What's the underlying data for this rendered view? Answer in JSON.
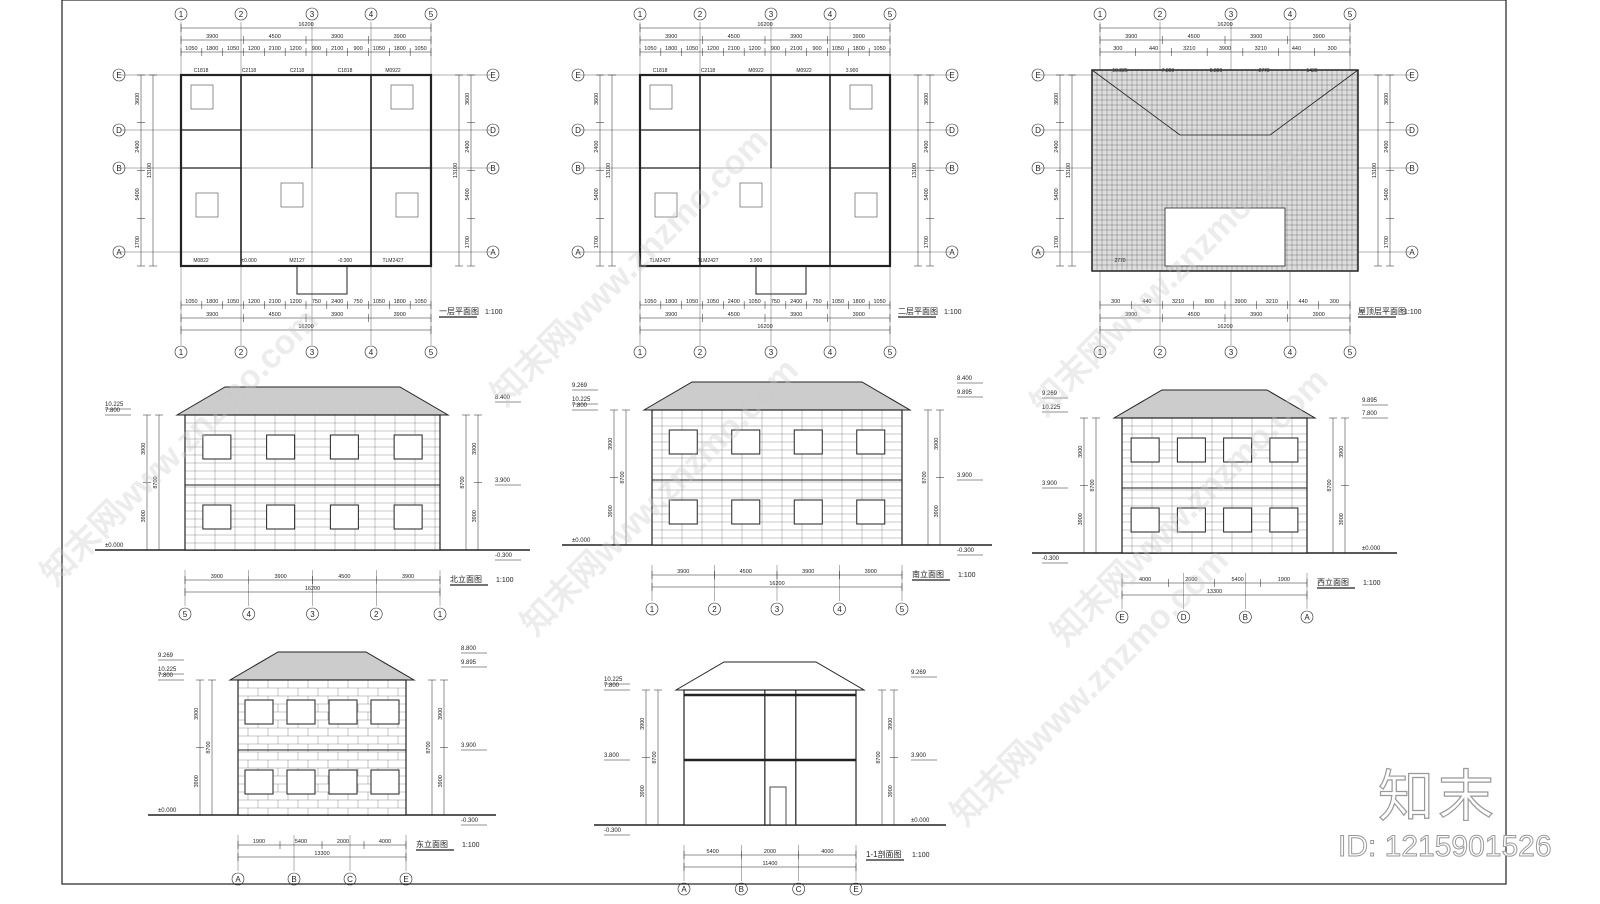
{
  "watermark": {
    "logo": "知末",
    "id": "ID: 1215901526",
    "diagonal": "知末网www.znzmo.com"
  },
  "plans": [
    {
      "title": "一层平面图",
      "scale": "1:100",
      "axes_x": [
        "1",
        "2",
        "3",
        "4",
        "5"
      ],
      "axes_y": [
        "E",
        "D",
        "B",
        "A"
      ],
      "dims_top_total": "16200",
      "dims_top": [
        "3900",
        "4500",
        "3900",
        "3900"
      ],
      "dims_detail": [
        "1050",
        "1800",
        "1050",
        "1200",
        "2100",
        "1200",
        "900",
        "2100",
        "900",
        "1050",
        "1800",
        "1050"
      ],
      "dims_bottom_detail": [
        "1050",
        "1800",
        "1050",
        "1200",
        "2100",
        "1200",
        "750",
        "2400",
        "750",
        "1050",
        "1800",
        "1050"
      ],
      "dims_bottom": [
        "3900",
        "4500",
        "3900",
        "3900"
      ],
      "dims_left": [
        "3600",
        "2400",
        "5400",
        "1700"
      ],
      "dims_left_total": "13100",
      "labels": [
        "C1818",
        "C2118",
        "C2118",
        "C1818",
        "M0922",
        "M0822",
        "±0.000",
        "M2127",
        "-0.300",
        "TLM2427"
      ]
    },
    {
      "title": "二层平面图",
      "scale": "1:100",
      "axes_x": [
        "1",
        "2",
        "3",
        "4",
        "5"
      ],
      "axes_y": [
        "E",
        "D",
        "B",
        "A"
      ],
      "dims_top_total": "16200",
      "dims_top": [
        "3900",
        "4500",
        "3900",
        "3900"
      ],
      "dims_detail": [
        "1050",
        "1800",
        "1050",
        "1200",
        "2100",
        "1200",
        "900",
        "2100",
        "900",
        "1050",
        "1800",
        "1050"
      ],
      "dims_bottom_detail": [
        "1050",
        "1800",
        "1050",
        "1050",
        "2400",
        "1050",
        "750",
        "2400",
        "750",
        "1050",
        "1800",
        "1050"
      ],
      "dims_bottom": [
        "3900",
        "4500",
        "3900",
        "3900"
      ],
      "dims_left": [
        "3600",
        "2400",
        "5400",
        "1700"
      ],
      "dims_left_total": "13100",
      "labels": [
        "C1818",
        "C2118",
        "M0922",
        "M0922",
        "3.900",
        "TLM2427",
        "TLM2427",
        "3.900"
      ]
    },
    {
      "title": "屋顶层平面图",
      "scale": "1:100",
      "axes_x": [
        "1",
        "2",
        "3",
        "4",
        "5"
      ],
      "axes_y": [
        "E",
        "D",
        "B",
        "A"
      ],
      "dims_top_total": "16200",
      "dims_top": [
        "3900",
        "4500",
        "3900",
        "3900"
      ],
      "dims_detail": [
        "300",
        "440",
        "3210",
        "3900",
        "3210",
        "440",
        "300"
      ],
      "dims_bottom_detail": [
        "300",
        "440",
        "3210",
        "800",
        "3900",
        "3210",
        "440",
        "300"
      ],
      "dims_bottom": [
        "3900",
        "4500",
        "3900",
        "3900"
      ],
      "dims_left": [
        "3600",
        "2400",
        "5400",
        "1700"
      ],
      "dims_left_total": "13100",
      "labels": [
        "10.225",
        "7.800",
        "8.800",
        "2770",
        "1430",
        "2770"
      ]
    }
  ],
  "elevations": [
    {
      "title": "北立面图",
      "scale": "1:100",
      "axes": [
        "5",
        "4",
        "3",
        "2",
        "1"
      ],
      "dims": [
        "3900",
        "3900",
        "4500",
        "3900"
      ],
      "total": "16200",
      "levels": [
        "10.225",
        "8.400",
        "7.800",
        "3.900",
        "±0.000",
        "-0.300"
      ],
      "heights": [
        "3900",
        "3900",
        "8700"
      ],
      "section": false
    },
    {
      "title": "南立面图",
      "scale": "1:100",
      "axes": [
        "1",
        "2",
        "3",
        "4",
        "5"
      ],
      "dims": [
        "3900",
        "4500",
        "3900",
        "3900"
      ],
      "total": "16200",
      "levels": [
        "10.225",
        "9.895",
        "9.269",
        "8.400",
        "7.800",
        "3.900",
        "±0.000",
        "-0.300"
      ],
      "heights": [
        "3900",
        "3900",
        "8700"
      ],
      "section": false
    },
    {
      "title": "西立面图",
      "scale": "1:100",
      "axes": [
        "E",
        "D",
        "B",
        "A"
      ],
      "dims": [
        "4000",
        "2000",
        "5400",
        "1900"
      ],
      "total": "13300",
      "levels": [
        "10.225",
        "9.895",
        "9.269",
        "7.800",
        "3.900",
        "±0.000",
        "-0.300"
      ],
      "heights": [
        "3900",
        "3900",
        "8700"
      ],
      "section": false
    },
    {
      "title": "东立面图",
      "scale": "1:100",
      "axes": [
        "A",
        "B",
        "C",
        "E"
      ],
      "dims": [
        "1900",
        "5400",
        "2000",
        "4000"
      ],
      "total": "13300",
      "levels": [
        "10.225",
        "9.895",
        "9.269",
        "8.800",
        "7.800",
        "3.900",
        "±0.000",
        "-0.300"
      ],
      "heights": [
        "3900",
        "3900",
        "8700"
      ],
      "section": false
    },
    {
      "title": "1-1剖面图",
      "scale": "1:100",
      "axes": [
        "A",
        "B",
        "C",
        "E"
      ],
      "dims": [
        "5400",
        "2000",
        "4000"
      ],
      "total": "11400",
      "levels": [
        "10.225",
        "9.269",
        "7.800",
        "3.900",
        "3.800",
        "±0.000",
        "-0.300"
      ],
      "heights": [
        "3900",
        "3900",
        "8700"
      ],
      "section": true
    }
  ],
  "colors": {
    "line": "#222222",
    "hatch": "#555555",
    "watermark": "#999999"
  }
}
